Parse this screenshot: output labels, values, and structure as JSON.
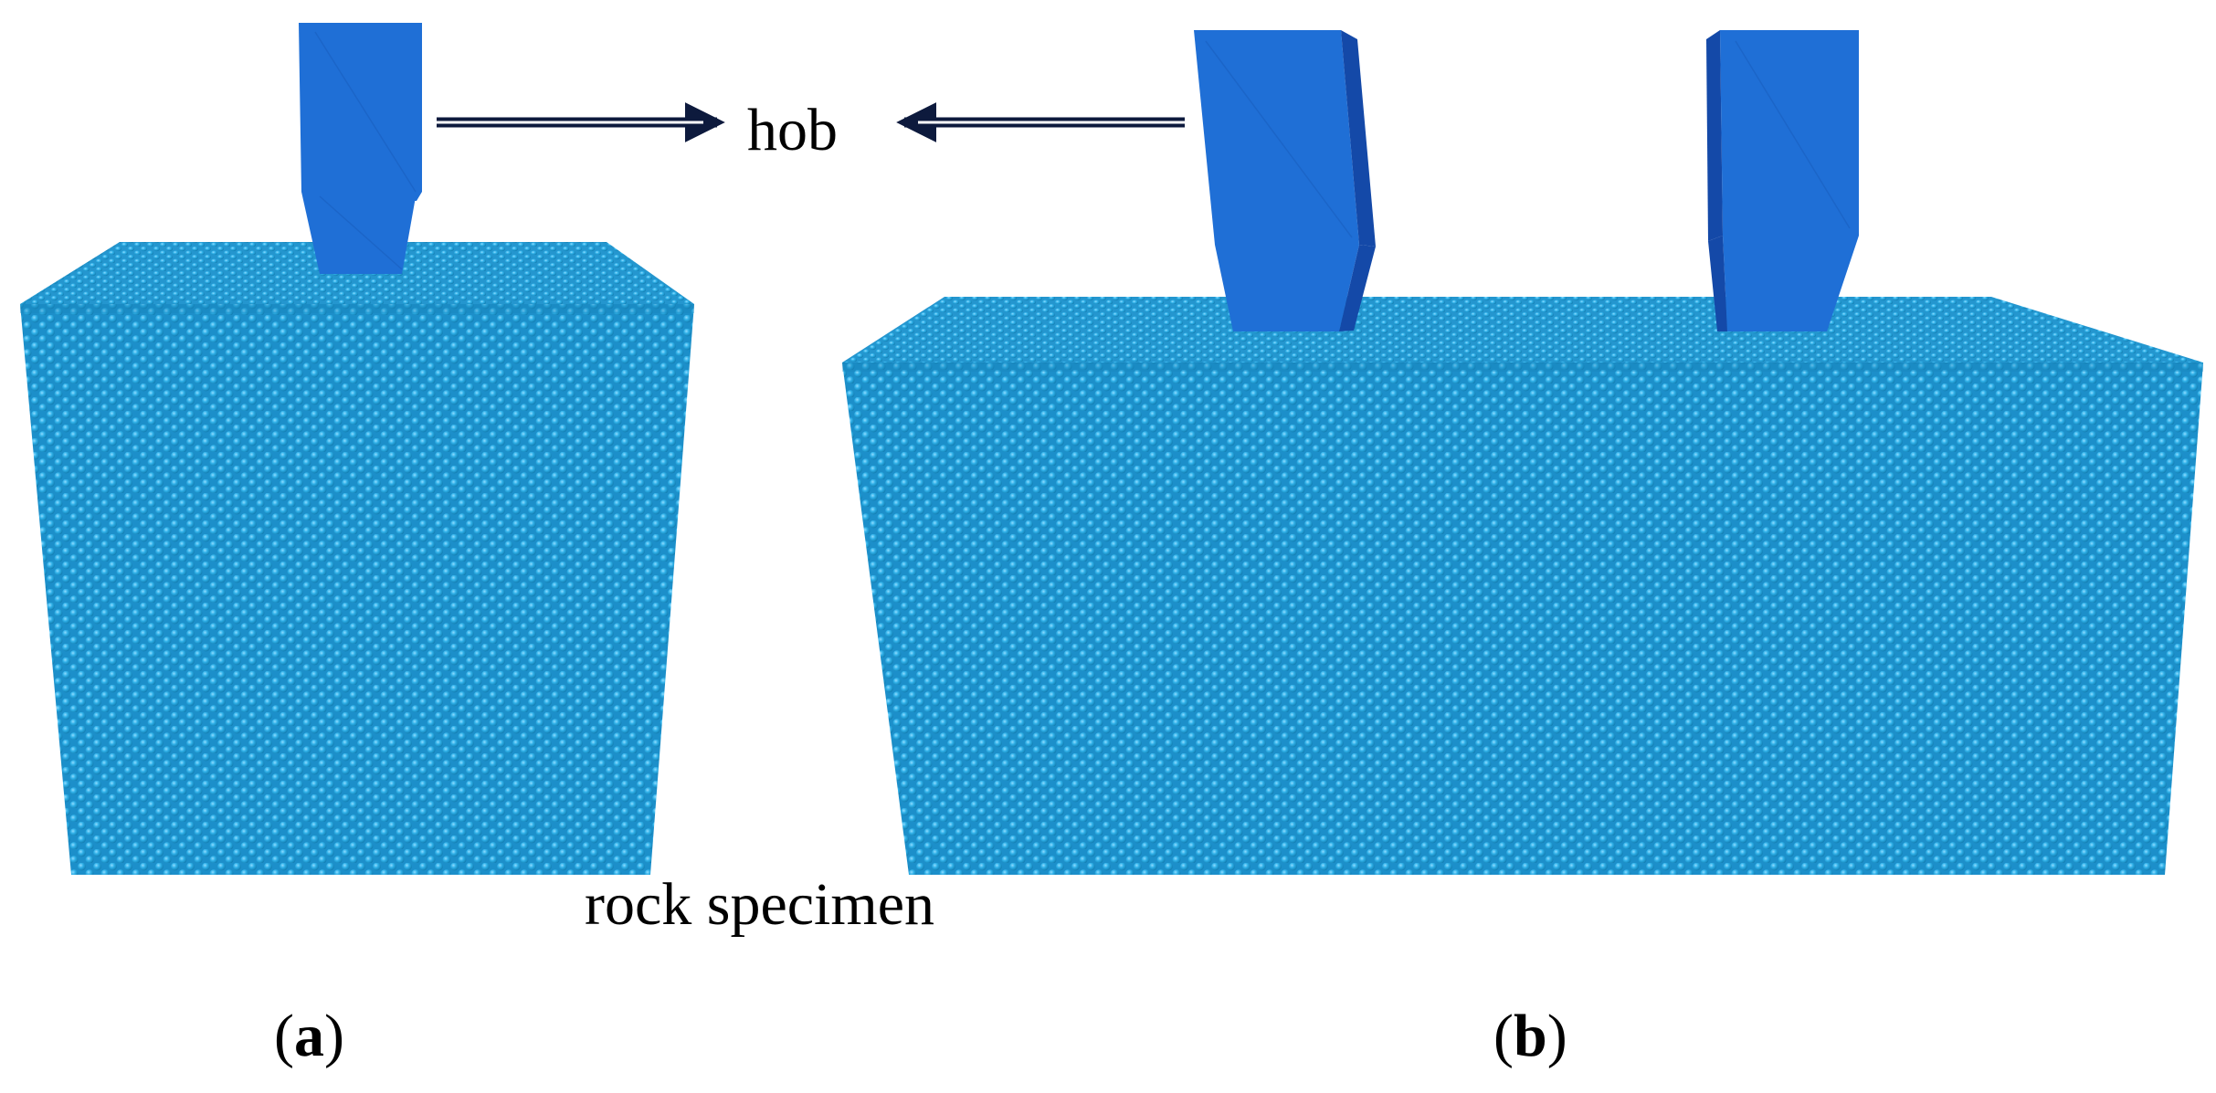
{
  "annotations": {
    "hob_label": "hob",
    "rock_label": "rock specimen"
  },
  "panels": [
    {
      "paren_open": "(",
      "letter": "a",
      "paren_close": ")"
    },
    {
      "paren_open": "(",
      "letter": "b",
      "paren_close": ")"
    }
  ],
  "colors": {
    "particle": "#29a8e0",
    "particle_highlight": "#8fdcff",
    "particle_shadow": "#167fb5",
    "hob_front": "#1f6fd6",
    "hob_side": "#1449a8",
    "arrow": "#0d1a3d"
  }
}
